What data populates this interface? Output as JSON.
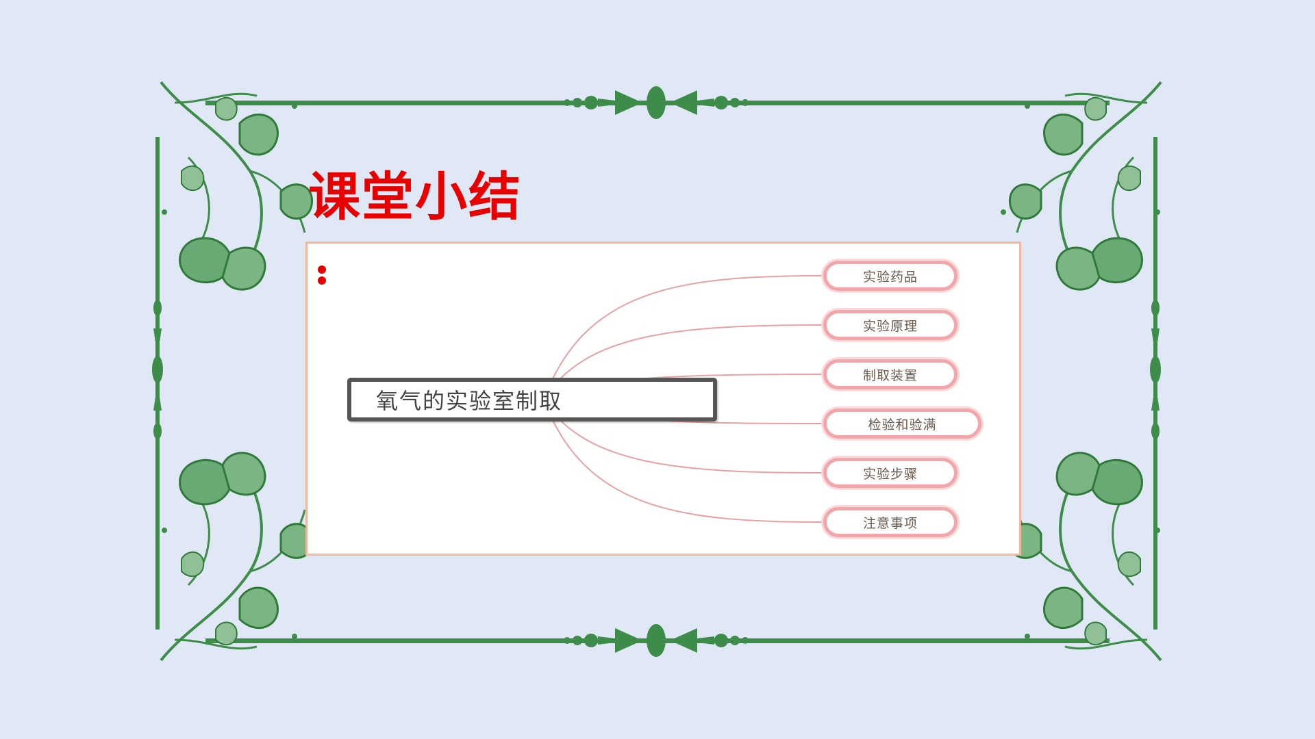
{
  "slide": {
    "title": "课堂小结"
  },
  "mindmap": {
    "center": "氧气的实验室制取",
    "branches": [
      {
        "label": "实验药品"
      },
      {
        "label": "实验原理"
      },
      {
        "label": "制取装置"
      },
      {
        "label": "检验和验满"
      },
      {
        "label": "实验步骤"
      },
      {
        "label": "注意事项"
      }
    ]
  },
  "colors": {
    "background": "#dfe8f4",
    "frame_green": "#3e8c4a",
    "title_red": "#e60000",
    "panel_border": "#f2b89b",
    "branch_line": "#e8a0a4",
    "node_border": "#f2a6aa"
  }
}
